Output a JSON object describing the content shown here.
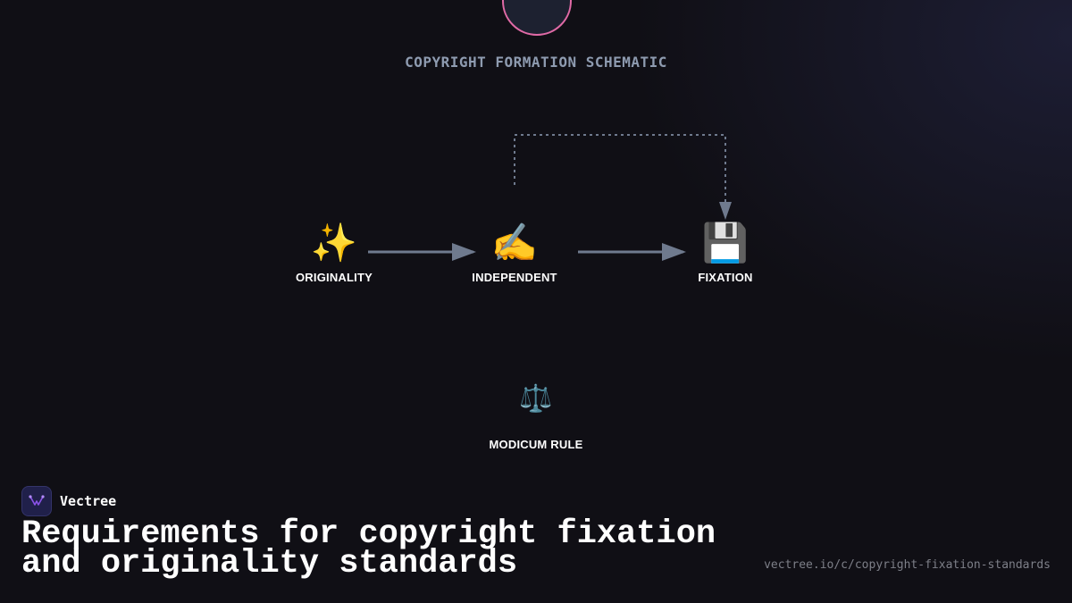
{
  "diagram": {
    "title": "COPYRIGHT FORMATION SCHEMATIC",
    "nodes": [
      {
        "id": "originality",
        "label": "ORIGINALITY",
        "icon": "sparkles-icon",
        "glyph": "✨"
      },
      {
        "id": "independent",
        "label": "INDEPENDENT",
        "icon": "writing-hand-icon",
        "glyph": "✍️"
      },
      {
        "id": "fixation",
        "label": "FIXATION",
        "icon": "floppy-disk-icon",
        "glyph": "💾"
      },
      {
        "id": "modicum",
        "label": "MODICUM RULE",
        "icon": "balance-scale-icon",
        "glyph": "⚖️"
      }
    ],
    "edges": [
      {
        "from": "originality",
        "to": "independent",
        "style": "solid"
      },
      {
        "from": "independent",
        "to": "fixation",
        "style": "solid"
      },
      {
        "from": "independent",
        "to": "fixation",
        "style": "dotted"
      }
    ]
  },
  "footer": {
    "brand": "Vectree",
    "headline": "Requirements for copyright fixation and originality standards",
    "url": "vectree.io/c/copyright-fixation-standards"
  },
  "colors": {
    "background": "#100f15",
    "accent_ring": "#e06aa6",
    "connector": "#6f7a8e",
    "title": "#8e9bb0"
  }
}
